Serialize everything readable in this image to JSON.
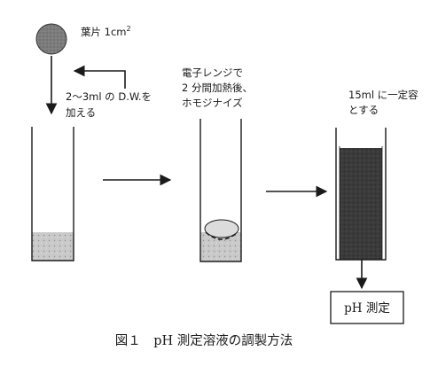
{
  "figure": {
    "caption": "図１　pH 測定溶液の調製方法",
    "leaf_label_main": "葉片 1cm",
    "leaf_label_sup": "2",
    "step1_line1": "2～3ml の D.W.を",
    "step1_line2": "加える",
    "step2_line1": "電子レンジで",
    "step2_line2": "2 分間加熱後、",
    "step2_line3": "ホモジナイズ",
    "step3_line1": "15ml に一定容",
    "step3_line2": "とする",
    "result_box": "pH 測定"
  }
}
